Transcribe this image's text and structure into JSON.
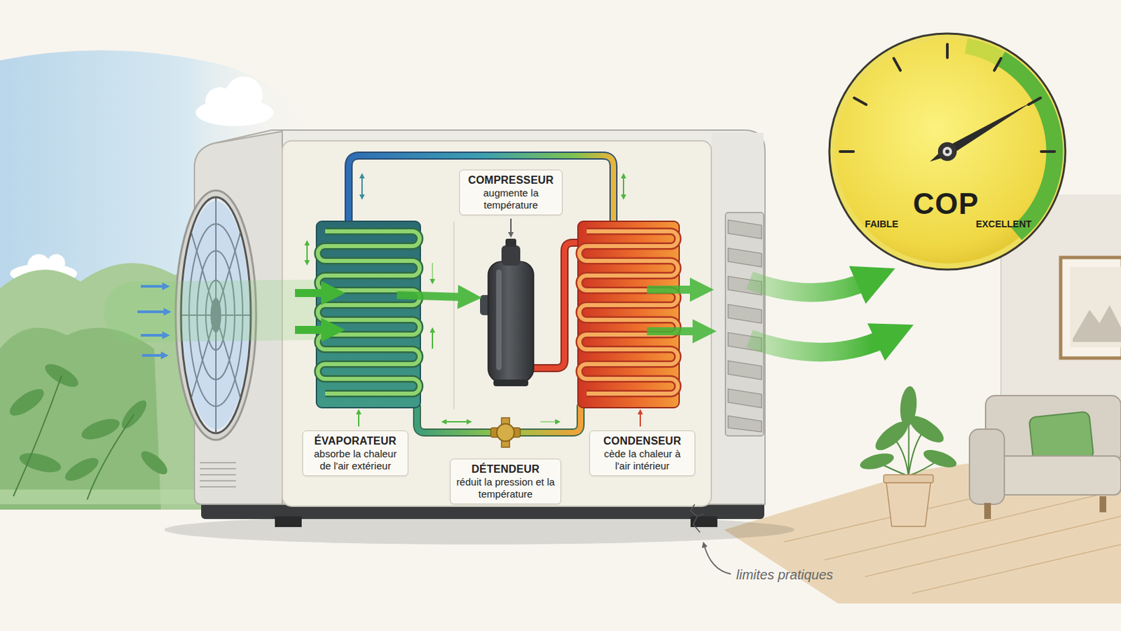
{
  "diagram": {
    "nodes": [
      {
        "text": [
          "COMPRESSEUR",
          "augmente la température"
        ]
      },
      {
        "text": [
          "ÉVAPORATEUR",
          "absorbe la chaleur de l'air extérieur"
        ]
      },
      {
        "text": [
          "DÉTENDEUR",
          "réduit la pression et la température"
        ]
      },
      {
        "text": [
          "CONDENSEUR",
          "cède la chaleur à l'air intérieur"
        ]
      },
      {
        "text": [
          "COP",
          "FAIBLE",
          "EXCELLENT"
        ]
      }
    ],
    "labels": [
      "limites pratiques"
    ]
  }
}
